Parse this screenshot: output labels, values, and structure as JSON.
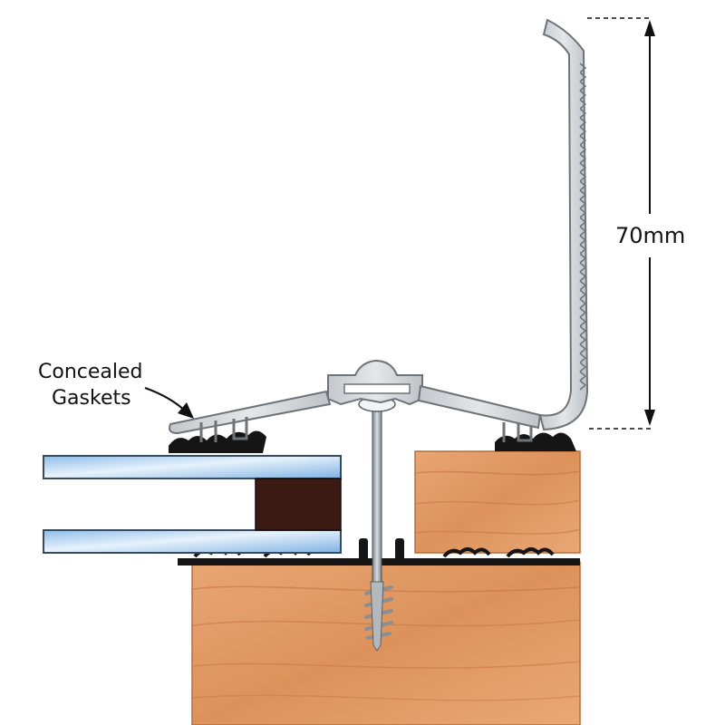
{
  "labels": {
    "concealed_line1": "Concealed",
    "concealed_line2": "Gaskets",
    "dimension": "70mm"
  },
  "colors": {
    "timber": "#e39a64",
    "timber_grain": "#c87a47",
    "timber_dark": "#b96c3c",
    "glass": "#b9d7f2",
    "glass_edge": "#3a4a5a",
    "spacer": "#3b1a14",
    "gasket": "#151515",
    "aluminium": "#d3d6d9",
    "aluminium_edge": "#6e7378",
    "screw": "#9aa0a6"
  }
}
